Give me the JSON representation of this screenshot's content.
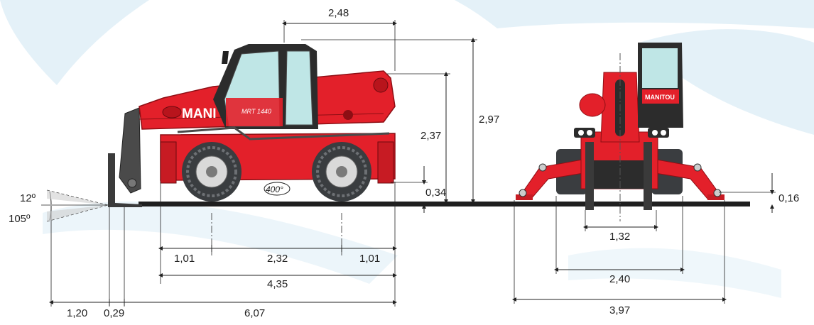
{
  "colors": {
    "body_red": "#e3202a",
    "dark_red": "#b8141c",
    "tyre": "#3a3d40",
    "frame": "#2c2c2c",
    "glass": "#bfe6e6",
    "background_swoosh": "#e4f1f8",
    "ground": "#1f1f1f"
  },
  "labels": {
    "brand_side": "MANI",
    "brand_rear": "MANITOU",
    "model": "MRT 1440",
    "rotation": "400°"
  },
  "angles": {
    "upper": "12º",
    "lower": "105º"
  },
  "dimensions": {
    "top_width": "2,48",
    "total_height": "2,97",
    "boom_pivot_height": "2,37",
    "ground_clearance": "0,34",
    "front_overhang": "1,01",
    "wheelbase": "2,32",
    "rear_overhang": "1,01",
    "stabilizer_length": "4,35",
    "fork_length": "1,20",
    "fork_offset": "0,29",
    "overall_length": "6,07",
    "stabilizer_lift": "0,16",
    "track_width": "1,32",
    "overall_width": "2,40",
    "stabilizer_width": "3,97"
  }
}
